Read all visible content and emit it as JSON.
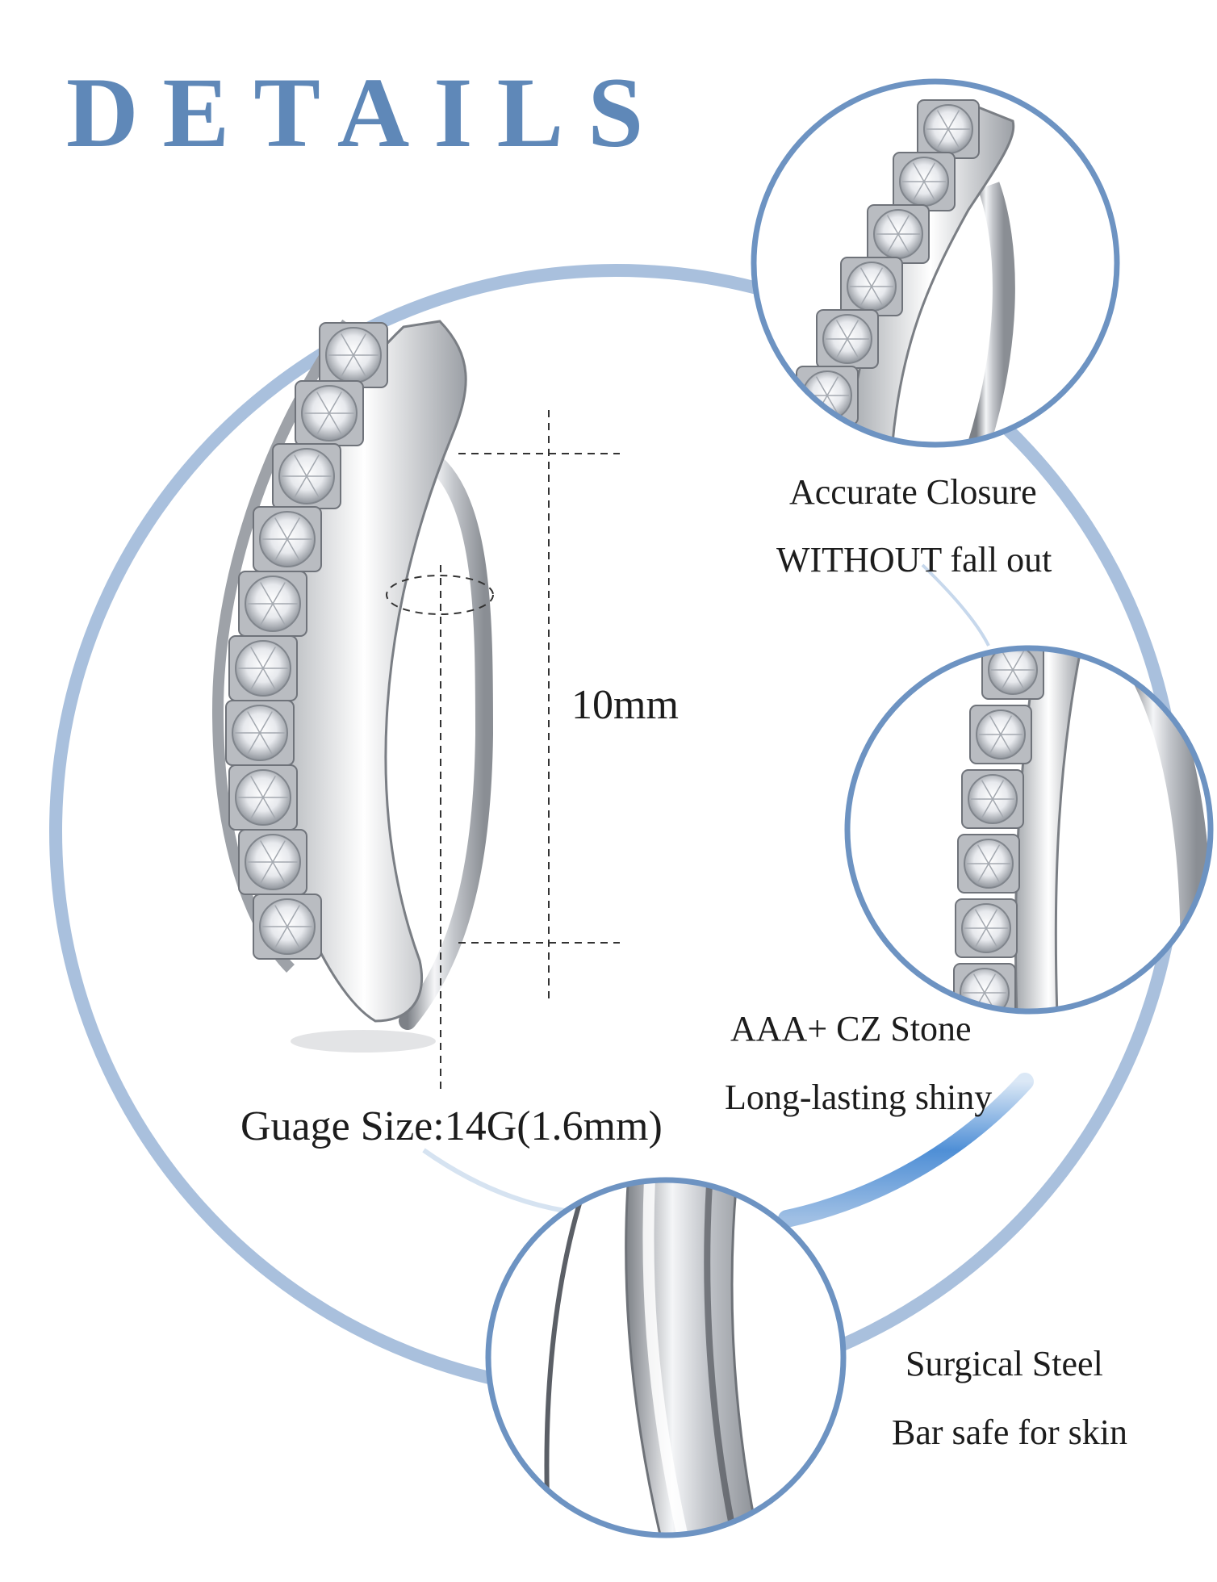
{
  "title": "DETAILS",
  "measurement": {
    "height_label": "10mm",
    "gauge_label": "Guage Size:14G(1.6mm)"
  },
  "features": [
    {
      "line1": "Accurate Closure",
      "line2": "WITHOUT fall out"
    },
    {
      "line1": "AAA+ CZ Stone",
      "line2": "Long-lasting shiny"
    },
    {
      "line1": "Surgical Steel",
      "line2": "Bar safe for skin"
    }
  ],
  "icons": {
    "main": "belly-ring-icon",
    "closeup_top": "closure-closeup-icon",
    "closeup_mid": "cz-stone-closeup-icon",
    "closeup_bottom": "steel-bar-closeup-icon"
  },
  "colors": {
    "accent": "#5f88b8",
    "ring_light": "#a9c0dd",
    "ring_bright": "#4f8fd6",
    "metal": "#c9ccd1",
    "text": "#1c1c1c"
  }
}
